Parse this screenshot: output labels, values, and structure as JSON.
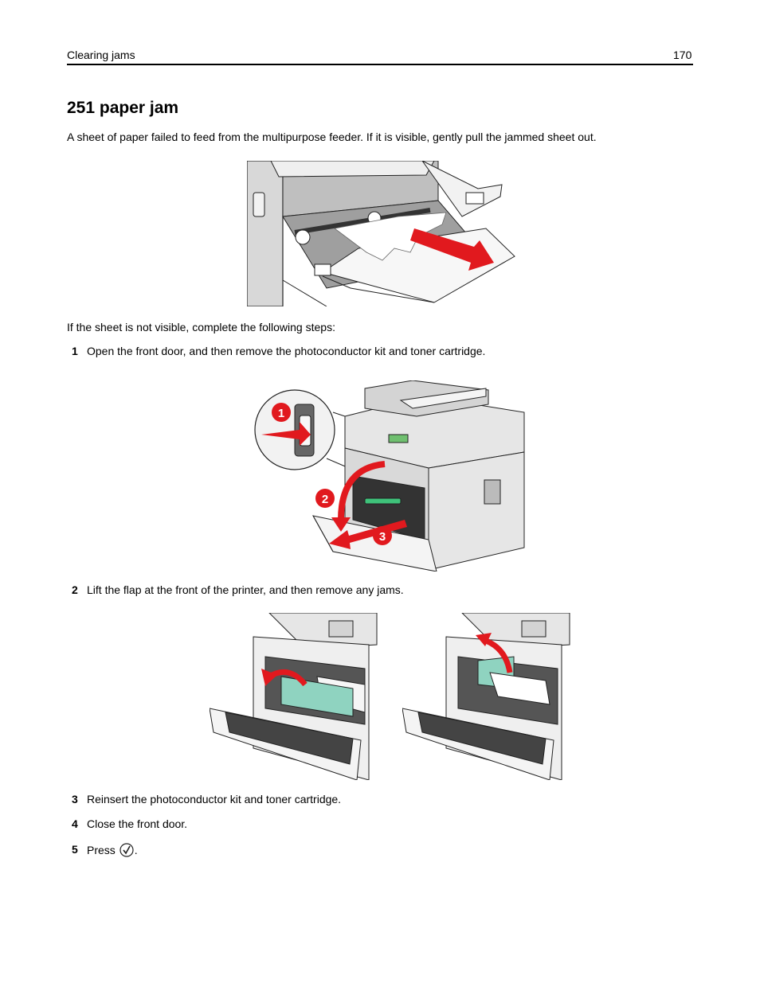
{
  "header": {
    "section": "Clearing jams",
    "page_number": "170"
  },
  "title": "251 paper jam",
  "intro": "A sheet of paper failed to feed from the multipurpose feeder. If it is visible, gently pull the jammed sheet out.",
  "not_visible_intro": "If the sheet is not visible, complete the following steps:",
  "steps": [
    {
      "num": "1",
      "text": "Open the front door, and then remove the photoconductor kit and toner cartridge."
    },
    {
      "num": "2",
      "text": "Lift the flap at the front of the printer, and then remove any jams."
    },
    {
      "num": "3",
      "text": "Reinsert the photoconductor kit and toner cartridge."
    },
    {
      "num": "4",
      "text": "Close the front door."
    },
    {
      "num": "5",
      "text": "Press",
      "suffix": ".",
      "icon": "checkmark-button-icon"
    }
  ],
  "figure_callouts": [
    "1",
    "2",
    "3"
  ],
  "colors": {
    "arrow_red": "#e1191e",
    "flap_teal": "#8fd3c0",
    "printer_gray": "#d9d9d9",
    "outline": "#222222"
  }
}
